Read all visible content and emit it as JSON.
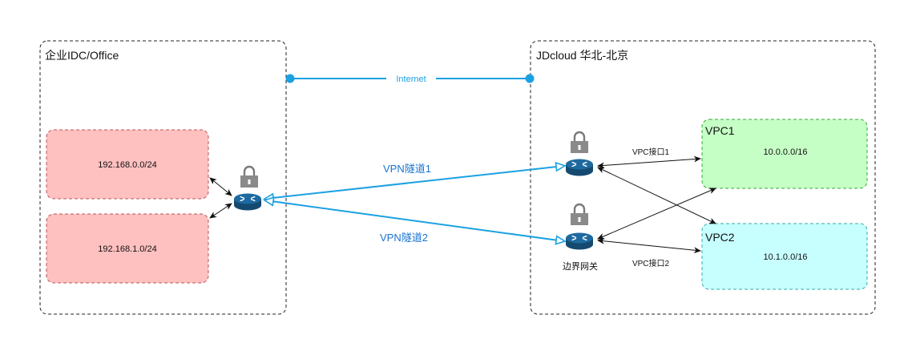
{
  "regions": {
    "left_title": "企业IDC/Office",
    "right_title": "JDcloud 华北-北京"
  },
  "internet": {
    "label": "Internet"
  },
  "subnets": {
    "left_top": "192.168.0.0/24",
    "left_bottom": "192.168.1.0/24"
  },
  "vpcs": {
    "vpc1": {
      "name": "VPC1",
      "cidr": "10.0.0.0/16"
    },
    "vpc2": {
      "name": "VPC2",
      "cidr": "10.1.0.0/16"
    }
  },
  "tunnels": {
    "tunnel1": "VPN隧道1",
    "tunnel2": "VPN隧道2"
  },
  "gateway": {
    "label": "边界网关"
  },
  "interfaces": {
    "if1": "VPC接口1",
    "if2": "VPC接口2"
  },
  "colors": {
    "vpn_blue": "#1ba1e2",
    "vpn_text": "#1a73d1",
    "router": "#1b5a86",
    "subnet_fill": "#ffc0c0",
    "vpc1_fill": "#c6ffc6",
    "vpc2_fill": "#c7ffff"
  }
}
